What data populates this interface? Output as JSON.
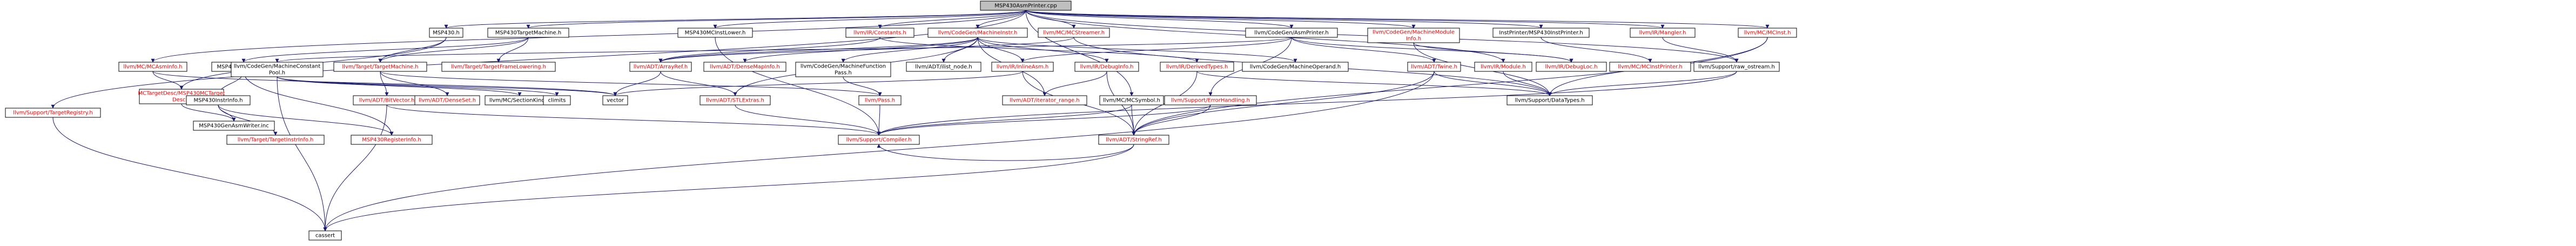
{
  "graph": {
    "colors": {
      "edge": "#191970",
      "root_fill": "#bfbfbf",
      "node_fill": "#ffffff",
      "system_text": "#000000",
      "internal_text": "#ff0000"
    },
    "nodes": [
      {
        "id": "root",
        "label": "MSP430AsmPrinter.cpp",
        "kind": "root"
      },
      {
        "id": "msp430h",
        "label": "MSP430.h",
        "kind": "plain"
      },
      {
        "id": "msp430tm",
        "label": "MSP430TargetMachine.h",
        "kind": "plain"
      },
      {
        "id": "mcinstlower",
        "label": "MSP430MCInstLower.h",
        "kind": "plain"
      },
      {
        "id": "irconstants",
        "label": "llvm/IR/Constants.h",
        "kind": "link"
      },
      {
        "id": "machineinstr",
        "label": "llvm/CodeGen/MachineInstr.h",
        "kind": "link"
      },
      {
        "id": "mcstreamer",
        "label": "llvm/MC/MCStreamer.h",
        "kind": "link"
      },
      {
        "id": "asmprinter",
        "label": "llvm/CodeGen/AsmPrinter.h",
        "kind": "plain"
      },
      {
        "id": "machinemoduleinfo",
        "label": "llvm/CodeGen/MachineModule\nInfo.h",
        "kind": "link"
      },
      {
        "id": "instprinter",
        "label": "InstPrinter/MSP430InstPrinter.h",
        "kind": "plain"
      },
      {
        "id": "irmangler",
        "label": "llvm/IR/Mangler.h",
        "kind": "link"
      },
      {
        "id": "mcinst",
        "label": "llvm/MC/MCInst.h",
        "kind": "link"
      },
      {
        "id": "targetregistry",
        "label": "llvm/Support/TargetRegistry.h",
        "kind": "link"
      },
      {
        "id": "mcasminfo",
        "label": "llvm/MC/MCAsmInfo.h",
        "kind": "link"
      },
      {
        "id": "mcptd",
        "label": "MCTargetDesc/MSP430MCTarget\nDesc.h",
        "kind": "link"
      },
      {
        "id": "subtarget",
        "label": "MSP430Subtarget.h",
        "kind": "plain"
      },
      {
        "id": "mcp",
        "label": "llvm/CodeGen/MachineConstant\nPool.h",
        "kind": "plain"
      },
      {
        "id": "targetmachine",
        "label": "llvm/Target/TargetMachine.h",
        "kind": "link"
      },
      {
        "id": "tfl",
        "label": "llvm/Target/TargetFrameLowering.h",
        "kind": "link"
      },
      {
        "id": "arrayref",
        "label": "llvm/ADT/ArrayRef.h",
        "kind": "link"
      },
      {
        "id": "densemapinfo",
        "label": "llvm/ADT/DenseMapInfo.h",
        "kind": "link"
      },
      {
        "id": "mfp",
        "label": "llvm/CodeGen/MachineFunction\nPass.h",
        "kind": "plain"
      },
      {
        "id": "ilistnode",
        "label": "llvm/ADT/ilist_node.h",
        "kind": "plain"
      },
      {
        "id": "inlineasm",
        "label": "llvm/IR/InlineAsm.h",
        "kind": "link"
      },
      {
        "id": "debuginfo",
        "label": "llvm/IR/DebugInfo.h",
        "kind": "link"
      },
      {
        "id": "derivedtypes",
        "label": "llvm/IR/DerivedTypes.h",
        "kind": "link"
      },
      {
        "id": "machineoperand",
        "label": "llvm/CodeGen/MachineOperand.h",
        "kind": "plain"
      },
      {
        "id": "twine",
        "label": "llvm/ADT/Twine.h",
        "kind": "link"
      },
      {
        "id": "irmodule",
        "label": "llvm/IR/Module.h",
        "kind": "link"
      },
      {
        "id": "irdebugloc",
        "label": "llvm/IR/DebugLoc.h",
        "kind": "link"
      },
      {
        "id": "mcinstprinter",
        "label": "llvm/MC/MCInstPrinter.h",
        "kind": "link"
      },
      {
        "id": "rawostream",
        "label": "llvm/Support/raw_ostream.h",
        "kind": "plain"
      },
      {
        "id": "instrinfo",
        "label": "MSP430InstrInfo.h",
        "kind": "plain"
      },
      {
        "id": "adtbitset",
        "label": "llvm/ADT/BitVector.h",
        "kind": "link"
      },
      {
        "id": "densesetmi",
        "label": "llvm/ADT/DenseSet.h",
        "kind": "link"
      },
      {
        "id": "sectionkind",
        "label": "llvm/MC/SectionKind.h",
        "kind": "plain"
      },
      {
        "id": "climits",
        "label": "climits",
        "kind": "system"
      },
      {
        "id": "vector",
        "label": "vector",
        "kind": "system"
      },
      {
        "id": "pass",
        "label": "llvm/Pass.h",
        "kind": "link"
      },
      {
        "id": "stlextras",
        "label": "llvm/ADT/STLExtras.h",
        "kind": "link"
      },
      {
        "id": "iteratorrange",
        "label": "llvm/ADT/iterator_range.h",
        "kind": "link"
      },
      {
        "id": "mcsymbol",
        "label": "llvm/MC/MCSymbol.h",
        "kind": "plain"
      },
      {
        "id": "errorhandling",
        "label": "llvm/Support/ErrorHandling.h",
        "kind": "link"
      },
      {
        "id": "datatypes",
        "label": "llvm/Support/DataTypes.h",
        "kind": "plain"
      },
      {
        "id": "genasminfo",
        "label": "MSP430GenAsmWriter.inc",
        "kind": "system"
      },
      {
        "id": "targetinstrinfo",
        "label": "llvm/Target/TargetInstrInfo.h",
        "kind": "link"
      },
      {
        "id": "registerinfo",
        "label": "MSP430RegisterInfo.h",
        "kind": "link"
      },
      {
        "id": "compiler",
        "label": "llvm/Support/Compiler.h",
        "kind": "link"
      },
      {
        "id": "stringref",
        "label": "llvm/ADT/StringRef.h",
        "kind": "link"
      },
      {
        "id": "cassert",
        "label": "cassert",
        "kind": "system"
      }
    ]
  }
}
